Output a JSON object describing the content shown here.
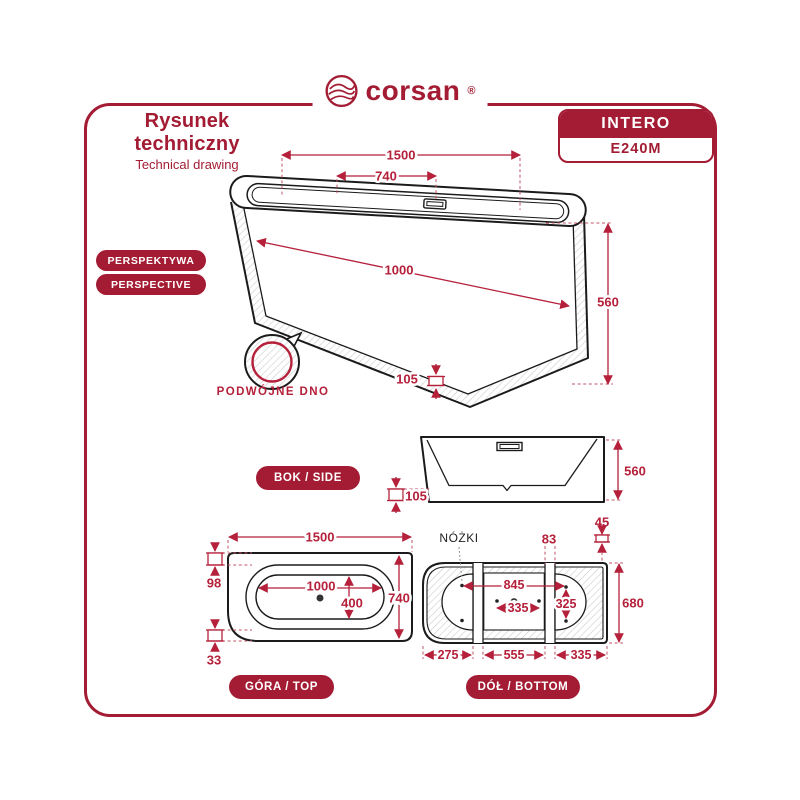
{
  "logo": {
    "brand": "corsan",
    "reg": "®"
  },
  "header": {
    "title_pl": "Rysunek techniczny",
    "title_en": "Technical drawing"
  },
  "product": {
    "series": "INTERO",
    "model": "E240M"
  },
  "views": {
    "perspective_pl": "PERSPEKTYWA",
    "perspective_en": "PERSPECTIVE",
    "side": "BOK / SIDE",
    "top": "GÓRA / TOP",
    "bottom": "DÓŁ / BOTTOM"
  },
  "annotations": {
    "double_bottom": "PODWÓJNE DNO",
    "feet": "NÓŻKI"
  },
  "colors": {
    "accent": "#A31C33",
    "dim_red": "#B5203A",
    "line": "#1b1b1b"
  },
  "dims": {
    "persp": {
      "length": "1500",
      "rim_width": "740",
      "inner_length": "1000",
      "height": "560",
      "base": "105"
    },
    "side": {
      "height": "560",
      "base": "105"
    },
    "top": {
      "length": "1500",
      "inner_length": "1000",
      "inner_width": "400",
      "width": "740",
      "offset_top": "98",
      "offset_bottom": "33"
    },
    "bottom": {
      "foot": "45",
      "rib": "83",
      "feet_span_x": "845",
      "feet_inner": "335",
      "feet_span_y": "325",
      "width": "680",
      "seg_left": "275",
      "seg_mid": "555",
      "seg_right": "335"
    }
  }
}
